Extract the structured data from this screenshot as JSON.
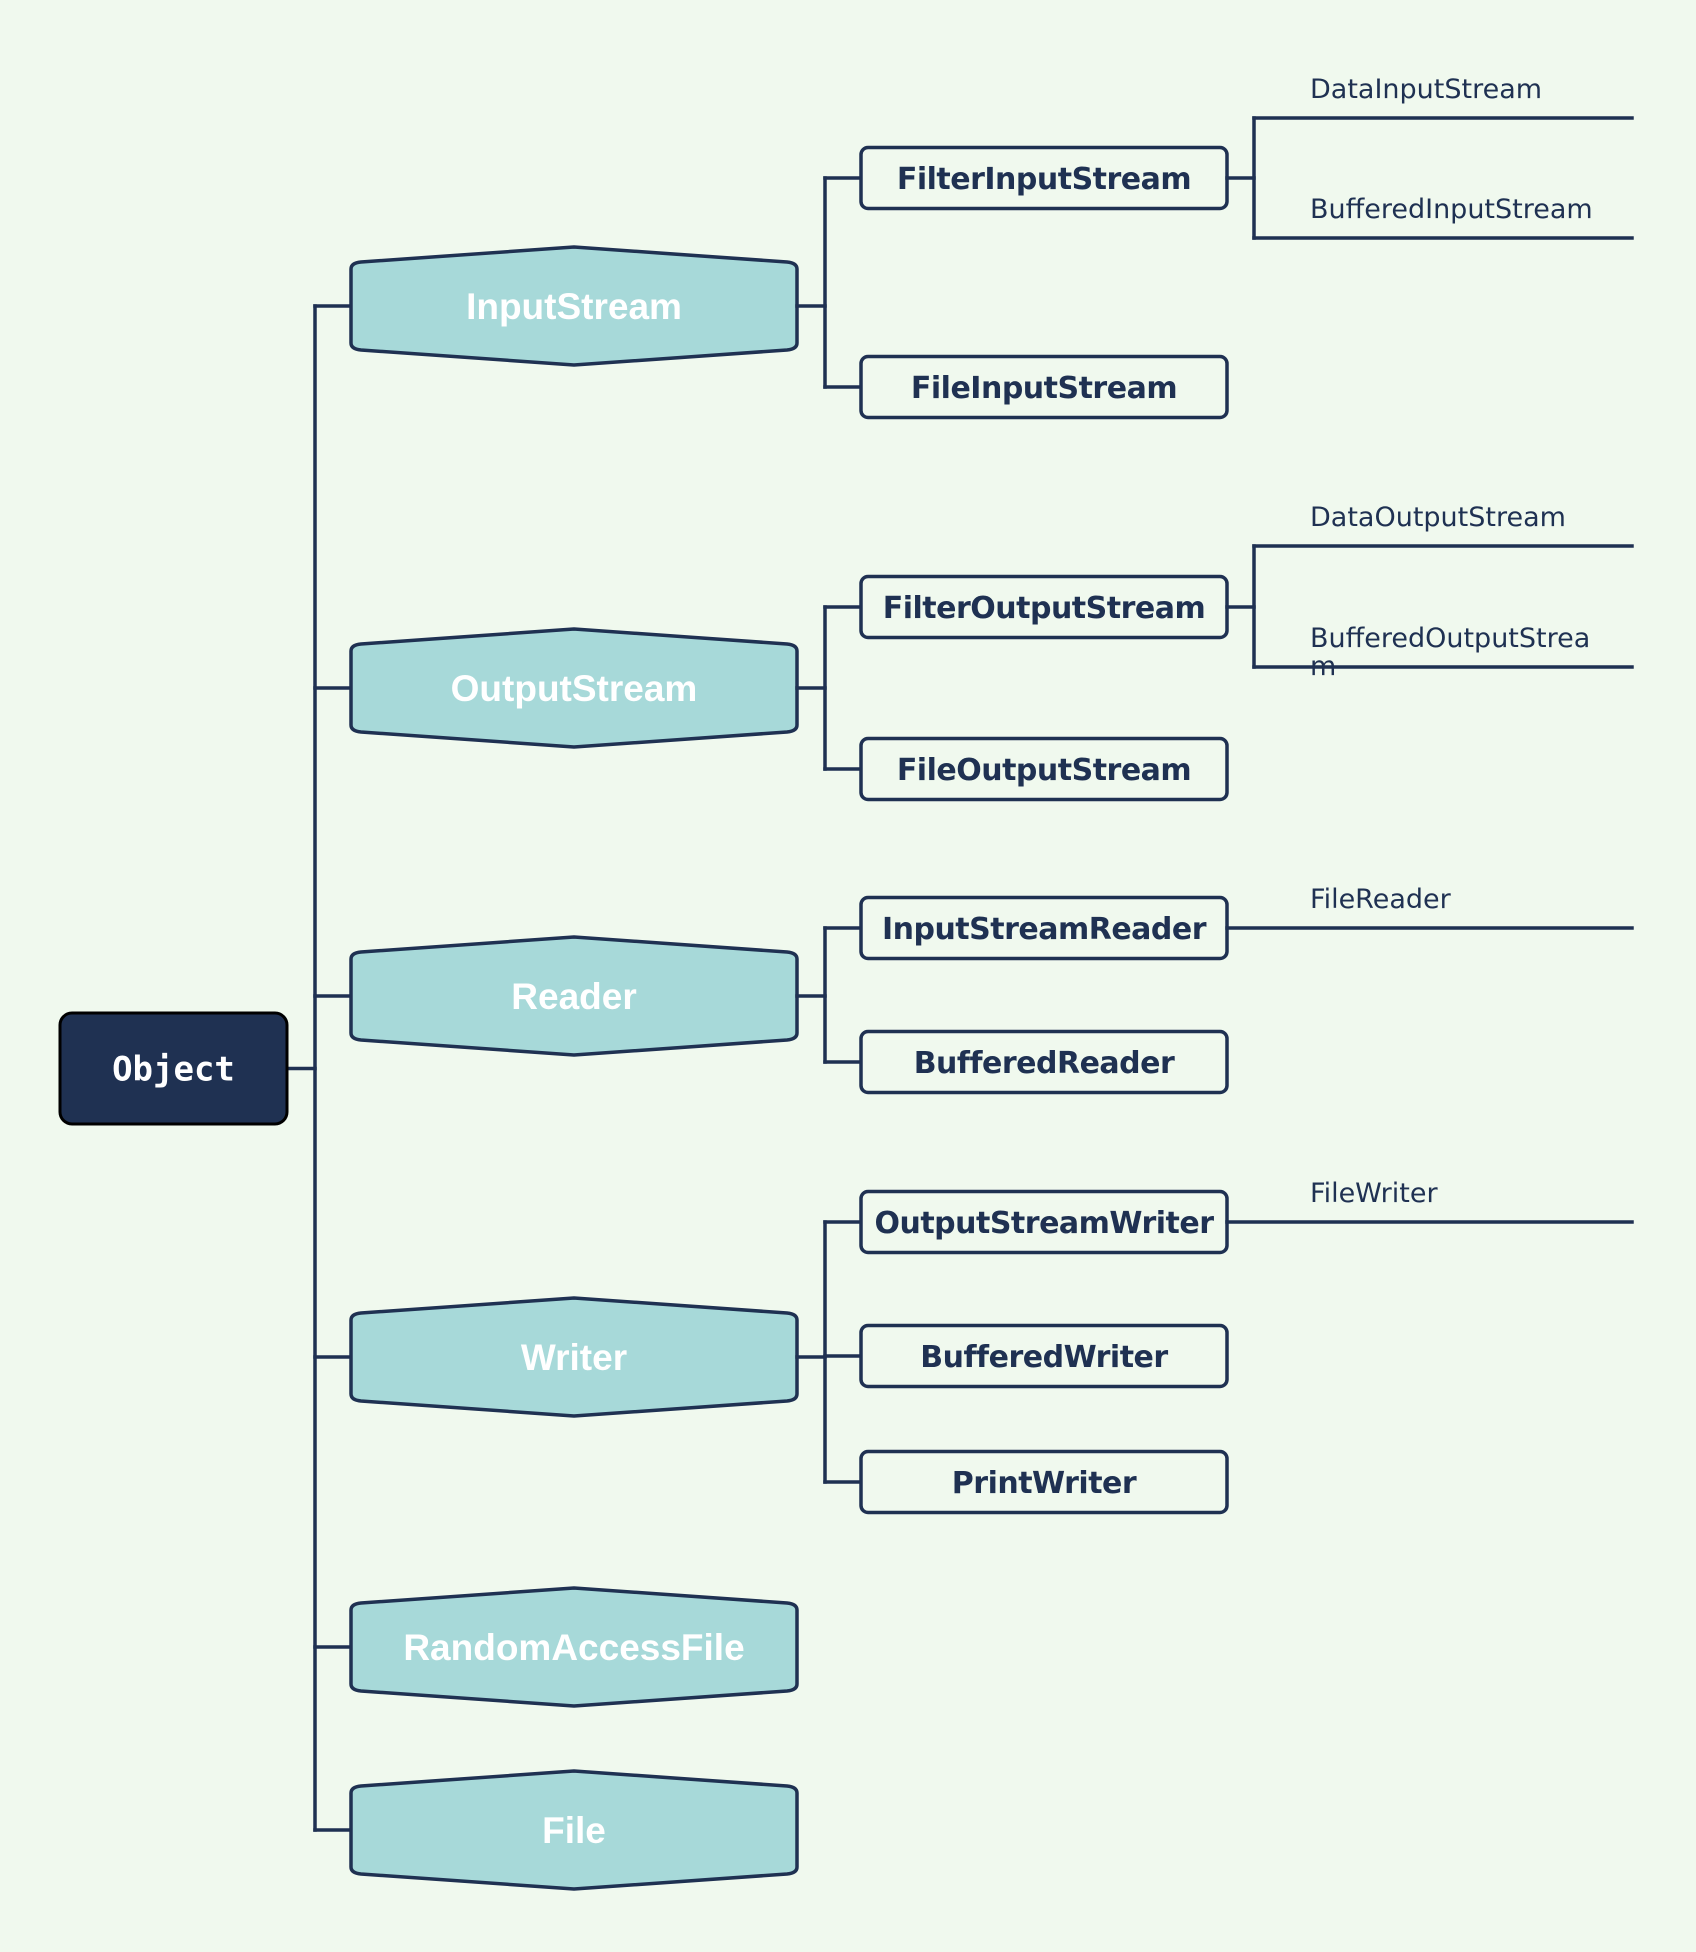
{
  "colors": {
    "background": "#f0f9ee",
    "line": "#1f3152",
    "root_fill": "#1f3152",
    "hex_fill": "#a7d9d9",
    "box_fill": "#f0f9ee"
  },
  "root": {
    "label": "Object"
  },
  "categories": [
    {
      "id": "inputstream",
      "label": "InputStream",
      "children": [
        {
          "label": "FilterInputStream",
          "leaves": [
            "DataInputStream",
            "BufferedInputStream"
          ]
        },
        {
          "label": "FileInputStream",
          "leaves": []
        }
      ]
    },
    {
      "id": "outputstream",
      "label": "OutputStream",
      "children": [
        {
          "label": "FilterOutputStream",
          "leaves": [
            "DataOutputStream",
            "BufferedOutputStrea\nm"
          ]
        },
        {
          "label": "FileOutputStream",
          "leaves": []
        }
      ]
    },
    {
      "id": "reader",
      "label": "Reader",
      "children": [
        {
          "label": "InputStreamReader",
          "leaves": [
            "FileReader"
          ]
        },
        {
          "label": "BufferedReader",
          "leaves": []
        }
      ]
    },
    {
      "id": "writer",
      "label": "Writer",
      "children": [
        {
          "label": "OutputStreamWriter",
          "leaves": [
            "FileWriter"
          ]
        },
        {
          "label": "BufferedWriter",
          "leaves": []
        },
        {
          "label": "PrintWriter",
          "leaves": []
        }
      ]
    },
    {
      "id": "randomaccessfile",
      "label": "RandomAccessFile",
      "children": []
    },
    {
      "id": "file",
      "label": "File",
      "children": []
    }
  ]
}
